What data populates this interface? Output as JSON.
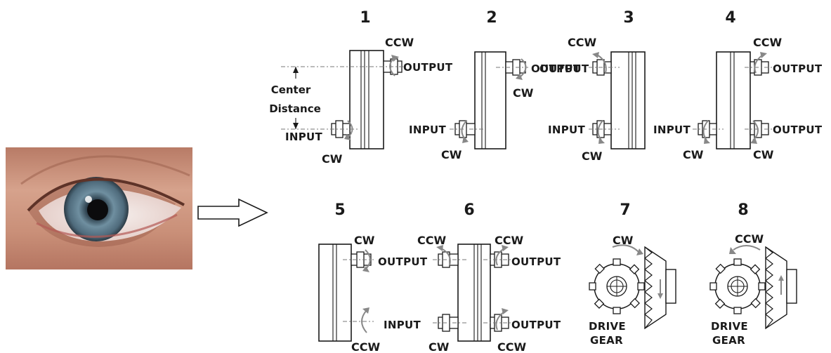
{
  "eye_photo": {
    "description_icon": "human-eye-photo"
  },
  "flow_arrow": {
    "icon": "hollow-right-arrow"
  },
  "numbers": [
    "1",
    "2",
    "3",
    "4",
    "5",
    "6",
    "7",
    "8"
  ],
  "labels": {
    "ccw": "CCW",
    "cw": "CW",
    "output": "OUTPUT",
    "input": "INPUT",
    "center": "Center",
    "distance": "Distance",
    "drive": "DRIVE",
    "gear": "GEAR"
  },
  "colors": {
    "ink": "#1a1a1a",
    "rotation_arrow": "#888888",
    "iris": "#5b7a8c",
    "skin": "#c98f78"
  }
}
